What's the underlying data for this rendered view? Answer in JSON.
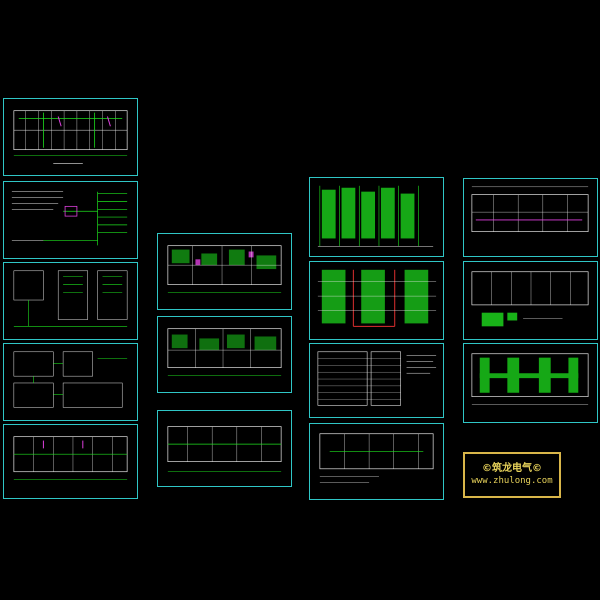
{
  "logo": {
    "name": "©筑龙电气©",
    "url": "www.zhulong.com"
  },
  "colors": {
    "background": "#000000",
    "frame": "#2fc6c6",
    "green": "#1ee01e",
    "white": "#e8e8e8",
    "magenta": "#e040e0",
    "red": "#e03030",
    "logo": "#e6d15a"
  },
  "sheets": [
    {
      "id": "s1",
      "kind": "floor-plan"
    },
    {
      "id": "s2",
      "kind": "system-diagram"
    },
    {
      "id": "s3",
      "kind": "system-diagram"
    },
    {
      "id": "s4",
      "kind": "system-diagram"
    },
    {
      "id": "s5",
      "kind": "floor-plan"
    },
    {
      "id": "s6",
      "kind": "floor-plan-colored"
    },
    {
      "id": "s7",
      "kind": "floor-plan-colored"
    },
    {
      "id": "s8",
      "kind": "floor-plan"
    },
    {
      "id": "s9",
      "kind": "riser-diagram"
    },
    {
      "id": "s10",
      "kind": "riser-diagram"
    },
    {
      "id": "s11",
      "kind": "table"
    },
    {
      "id": "s12",
      "kind": "floor-plan"
    },
    {
      "id": "s13",
      "kind": "floor-plan"
    },
    {
      "id": "s14",
      "kind": "floor-plan"
    },
    {
      "id": "s15",
      "kind": "floor-plan"
    }
  ]
}
